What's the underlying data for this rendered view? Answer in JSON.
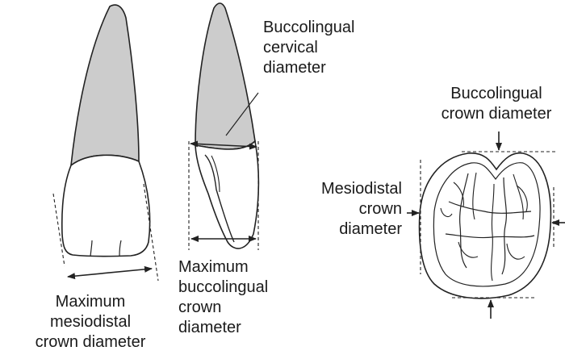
{
  "labels": {
    "buccolingual_cervical": [
      "Buccolingual",
      "cervical",
      "diameter"
    ],
    "max_mesiodistal": [
      "Maximum",
      "mesiodistal",
      "crown diameter"
    ],
    "max_buccolingual": [
      "Maximum",
      "buccolingual",
      "crown",
      "diameter"
    ],
    "buccolingual_crown": [
      "Buccolingual",
      "crown diameter"
    ],
    "mesiodistal_crown": [
      "Mesiodistal",
      "crown",
      "diameter"
    ]
  },
  "colors": {
    "root_fill": "#cccccc",
    "line": "#222222",
    "text": "#1a1a1a"
  }
}
